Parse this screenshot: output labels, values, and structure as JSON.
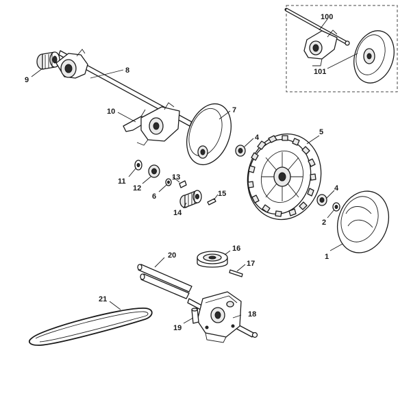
{
  "callouts": {
    "c1": "1",
    "c2": "2",
    "c4a": "4",
    "c4b": "4",
    "c5": "5",
    "c6": "6",
    "c7": "7",
    "c8": "8",
    "c9": "9",
    "c10": "10",
    "c11": "11",
    "c12": "12",
    "c13": "13",
    "c14": "14",
    "c15": "15",
    "c16": "16",
    "c17": "17",
    "c18": "18",
    "c19": "19",
    "c20": "20",
    "c21": "21",
    "c100": "100",
    "c101": "101"
  }
}
